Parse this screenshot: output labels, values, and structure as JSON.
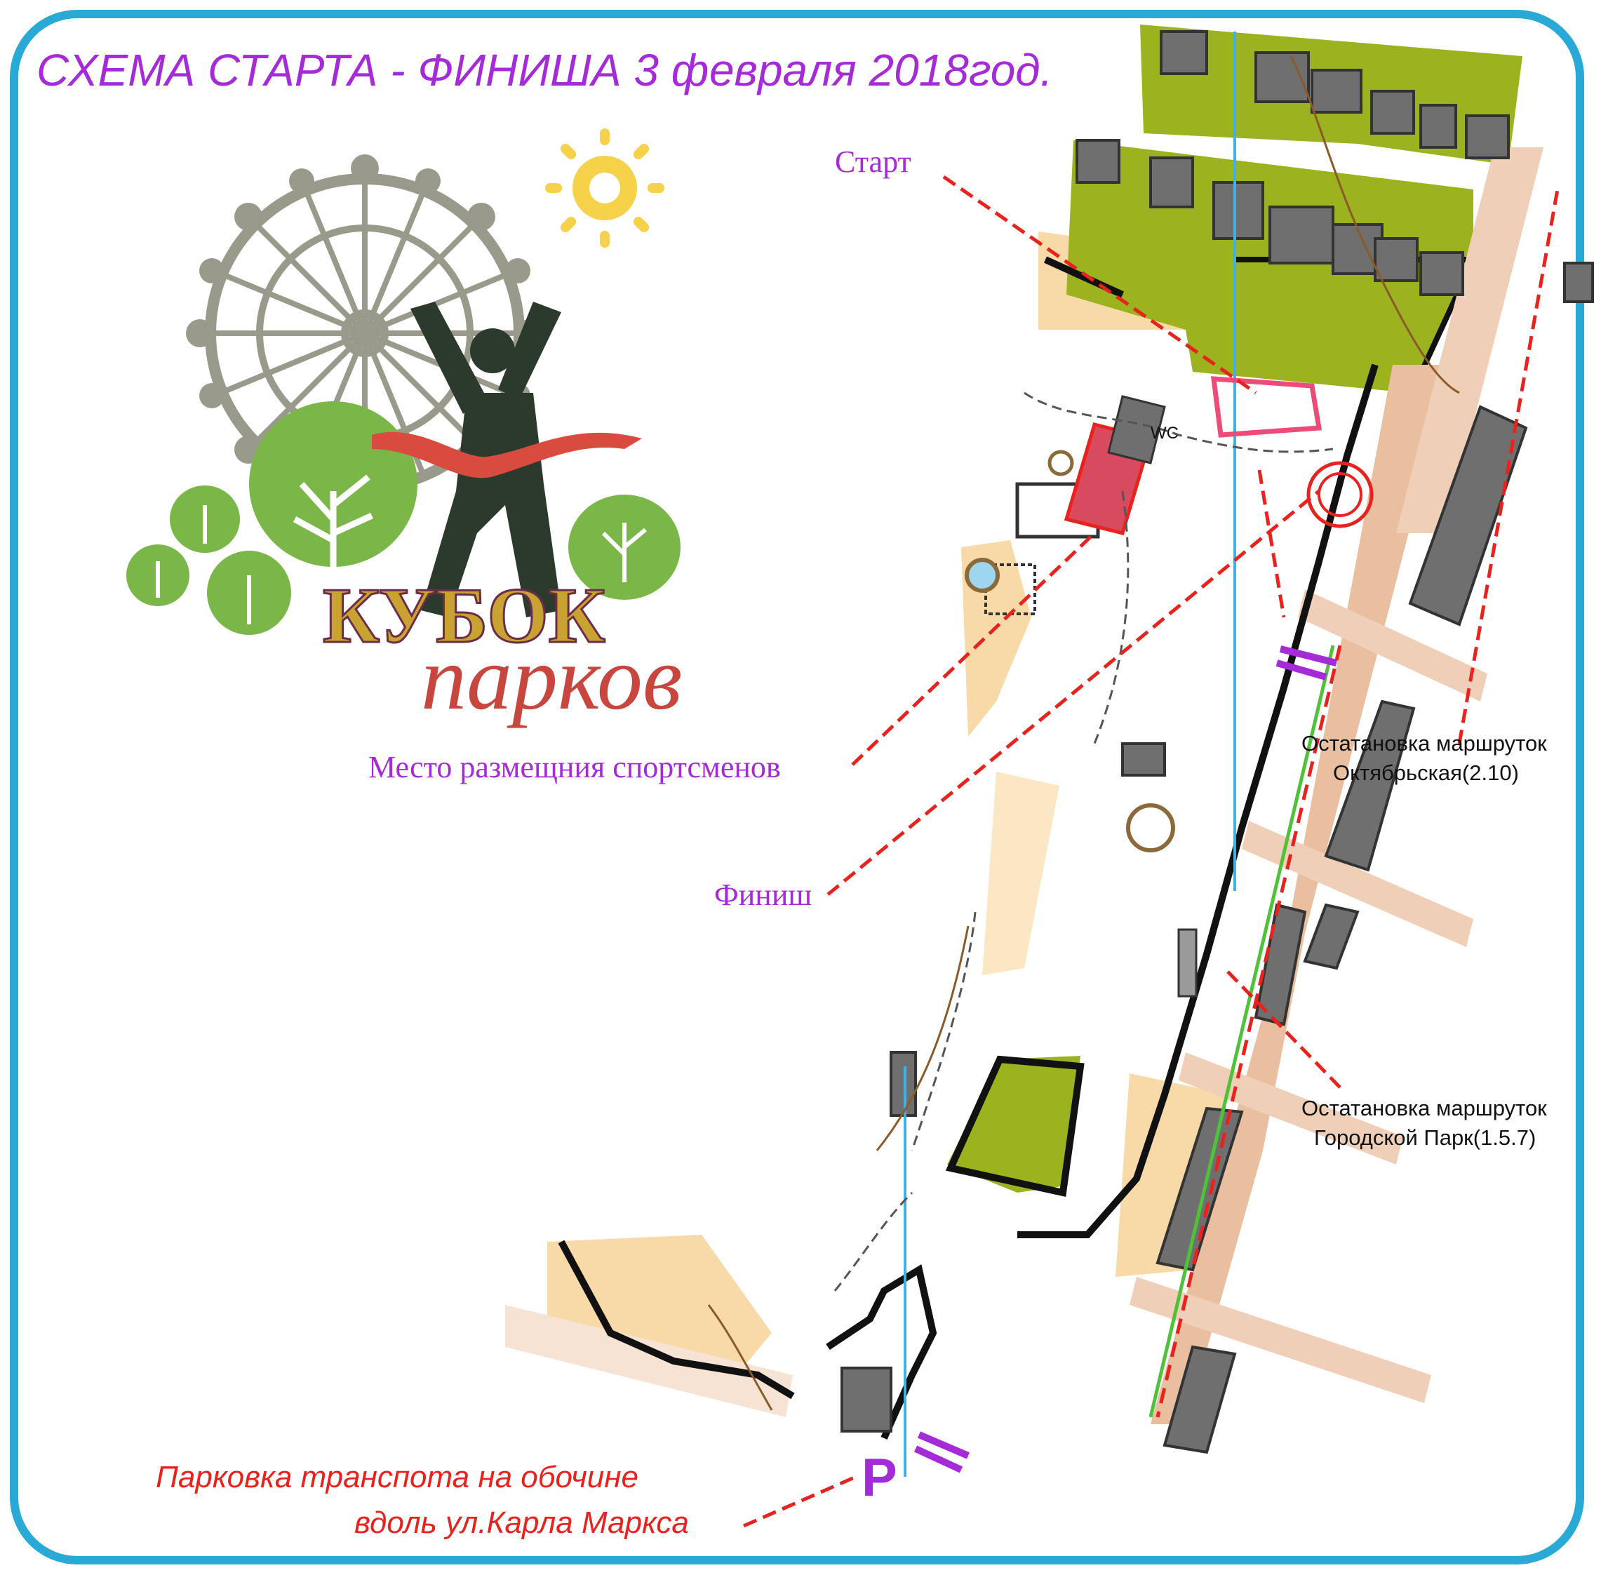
{
  "title": "СХЕМА СТАРТА - ФИНИША 3 февраля 2018год.",
  "logo": {
    "word1": "КУБОК",
    "word2": "парков"
  },
  "labels": {
    "start": "Старт",
    "athletes_area": "Место размещния спортсменов",
    "finish": "Финиш",
    "stop_oktyabrskaya_line1": "Остатановка маршруток",
    "stop_oktyabrskaya_line2": "Октябрьская(2.10)",
    "stop_gorodskoy_line1": "Остатановка маршруток",
    "stop_gorodskoy_line2": "Городской Парк(1.5.7)",
    "parking_line1": "Парковка транспота на обочине",
    "parking_line2": "вдоль   ул.Карла Маркса",
    "parking_symbol": "P",
    "wc": "WC"
  },
  "colors": {
    "frame": "#29a9d6",
    "title": "#a52bd9",
    "label_purple": "#a52bd9",
    "pointer_red": "#e8231e",
    "vegetation": "#9cb21e",
    "building": "#6f6f6f",
    "open_land": "#f8d9a8",
    "road": "#e9bfa0",
    "water_line": "#3fb1e5"
  }
}
